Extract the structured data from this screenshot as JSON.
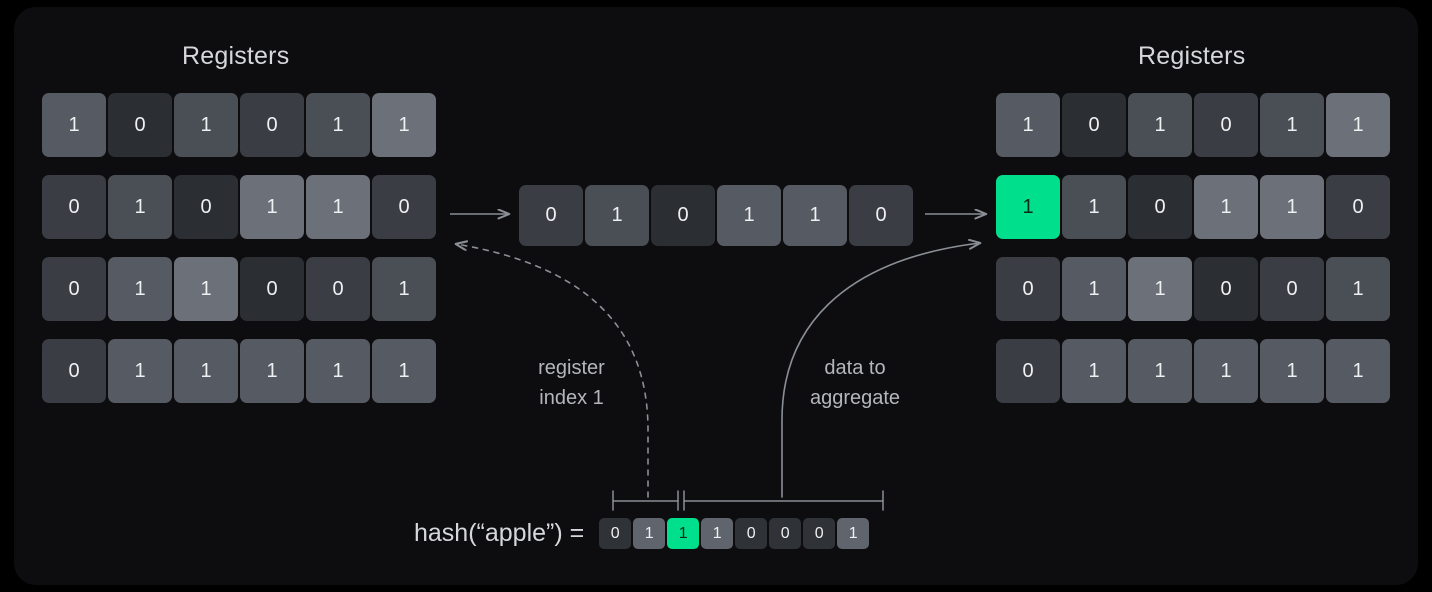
{
  "panels": {
    "left": {
      "title": "Registers",
      "rows": [
        [
          {
            "v": "1",
            "t": 3
          },
          {
            "v": "0",
            "t": 0
          },
          {
            "v": "1",
            "t": 2
          },
          {
            "v": "0",
            "t": 1
          },
          {
            "v": "1",
            "t": 2
          },
          {
            "v": "1",
            "t": 4
          }
        ],
        [
          {
            "v": "0",
            "t": 1
          },
          {
            "v": "1",
            "t": 2
          },
          {
            "v": "0",
            "t": 0
          },
          {
            "v": "1",
            "t": 4
          },
          {
            "v": "1",
            "t": 4
          },
          {
            "v": "0",
            "t": 1
          }
        ],
        [
          {
            "v": "0",
            "t": 1
          },
          {
            "v": "1",
            "t": 3
          },
          {
            "v": "1",
            "t": 4
          },
          {
            "v": "0",
            "t": 0
          },
          {
            "v": "0",
            "t": 1
          },
          {
            "v": "1",
            "t": 2
          }
        ],
        [
          {
            "v": "0",
            "t": 1
          },
          {
            "v": "1",
            "t": 3
          },
          {
            "v": "1",
            "t": 3
          },
          {
            "v": "1",
            "t": 3
          },
          {
            "v": "1",
            "t": 3
          },
          {
            "v": "1",
            "t": 3
          }
        ]
      ]
    },
    "middle": {
      "cells": [
        {
          "v": "0",
          "t": 1
        },
        {
          "v": "1",
          "t": 2
        },
        {
          "v": "0",
          "t": 0
        },
        {
          "v": "1",
          "t": 3
        },
        {
          "v": "1",
          "t": 3
        },
        {
          "v": "0",
          "t": 1
        }
      ]
    },
    "right": {
      "title": "Registers",
      "rows": [
        [
          {
            "v": "1",
            "t": 3
          },
          {
            "v": "0",
            "t": 0
          },
          {
            "v": "1",
            "t": 2
          },
          {
            "v": "0",
            "t": 1
          },
          {
            "v": "1",
            "t": 2
          },
          {
            "v": "1",
            "t": 4
          }
        ],
        [
          {
            "v": "1",
            "t": "hi"
          },
          {
            "v": "1",
            "t": 2
          },
          {
            "v": "0",
            "t": 0
          },
          {
            "v": "1",
            "t": 4
          },
          {
            "v": "1",
            "t": 4
          },
          {
            "v": "0",
            "t": 1
          }
        ],
        [
          {
            "v": "0",
            "t": 1
          },
          {
            "v": "1",
            "t": 3
          },
          {
            "v": "1",
            "t": 4
          },
          {
            "v": "0",
            "t": 0
          },
          {
            "v": "0",
            "t": 1
          },
          {
            "v": "1",
            "t": 2
          }
        ],
        [
          {
            "v": "0",
            "t": 1
          },
          {
            "v": "1",
            "t": 3
          },
          {
            "v": "1",
            "t": 3
          },
          {
            "v": "1",
            "t": 3
          },
          {
            "v": "1",
            "t": 3
          },
          {
            "v": "1",
            "t": 3
          }
        ]
      ]
    }
  },
  "annotations": {
    "register_index": "register\nindex 1",
    "data_to_aggregate": "data to\naggregate"
  },
  "hash": {
    "label": "hash(“apple”) =",
    "bits": [
      {
        "v": "0",
        "t": 0
      },
      {
        "v": "1",
        "t": 1
      },
      {
        "v": "1",
        "t": "hi"
      },
      {
        "v": "1",
        "t": 1
      },
      {
        "v": "0",
        "t": 0
      },
      {
        "v": "0",
        "t": 0
      },
      {
        "v": "0",
        "t": 0
      },
      {
        "v": "1",
        "t": 1
      }
    ]
  },
  "colors": {
    "background": "#000000",
    "card": "#0d0d0f",
    "highlight": "#00e08c",
    "text": "#d5d7da",
    "muted_text": "#b3b6bb",
    "arrow": "#8a8f96"
  }
}
